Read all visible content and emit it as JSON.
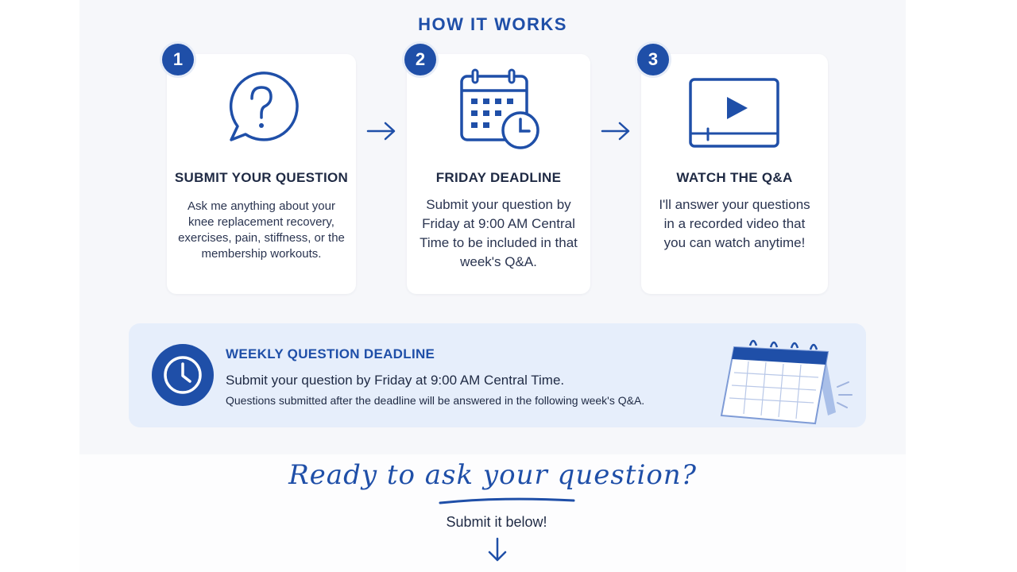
{
  "section_title": "HOW IT WORKS",
  "steps": [
    {
      "number": "1",
      "icon": "question-bubble-icon",
      "title": "SUBMIT YOUR QUESTION",
      "text": "Ask me anything about your knee replacement recovery, exercises, pain, stiffness, or the membership workouts."
    },
    {
      "number": "2",
      "icon": "calendar-clock-icon",
      "title": "FRIDAY DEADLINE",
      "text": "Submit your question by Friday at 9:00 AM Central Time to be included in that week's Q&A."
    },
    {
      "number": "3",
      "icon": "video-play-icon",
      "title": "WATCH THE Q&A",
      "text": "I'll answer your questions in a recorded video that you can watch anytime!"
    }
  ],
  "deadline": {
    "title": "WEEKLY QUESTION DEADLINE",
    "line1": "Submit your question by Friday at 9:00 AM Central Time.",
    "line2": "Questions submitted after the deadline will be answered in the following week's Q&A."
  },
  "cta": {
    "heading": "Ready to ask your question?",
    "subtext": "Submit it below!"
  },
  "colors": {
    "accent": "#1f4fa8",
    "text": "#1f2a44",
    "deadline_bg": "#e6eefb"
  }
}
